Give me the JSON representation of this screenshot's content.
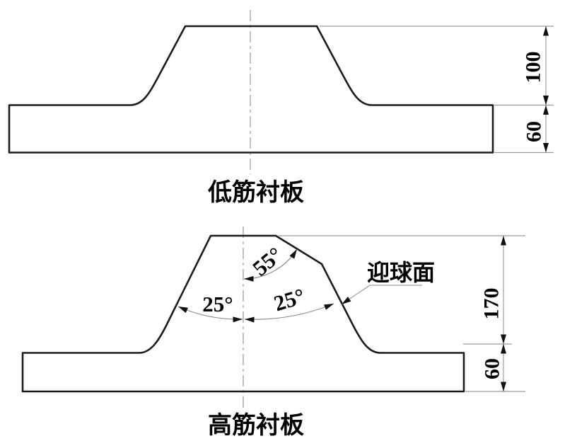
{
  "top_diagram": {
    "title": "低筋衬板",
    "dimensions": {
      "rib_height": "100",
      "base_thickness": "60"
    }
  },
  "bottom_diagram": {
    "title": "高筋衬板",
    "dimensions": {
      "rib_height": "170",
      "base_thickness": "60"
    },
    "angles": {
      "top_chamfer": "55°",
      "left_slope": "25°",
      "right_slope": "25°"
    },
    "callout": "迎球面"
  },
  "colors": {
    "outline": "#1c1c1c",
    "thin_lines": "#9b9b9b",
    "text": "#000000"
  }
}
